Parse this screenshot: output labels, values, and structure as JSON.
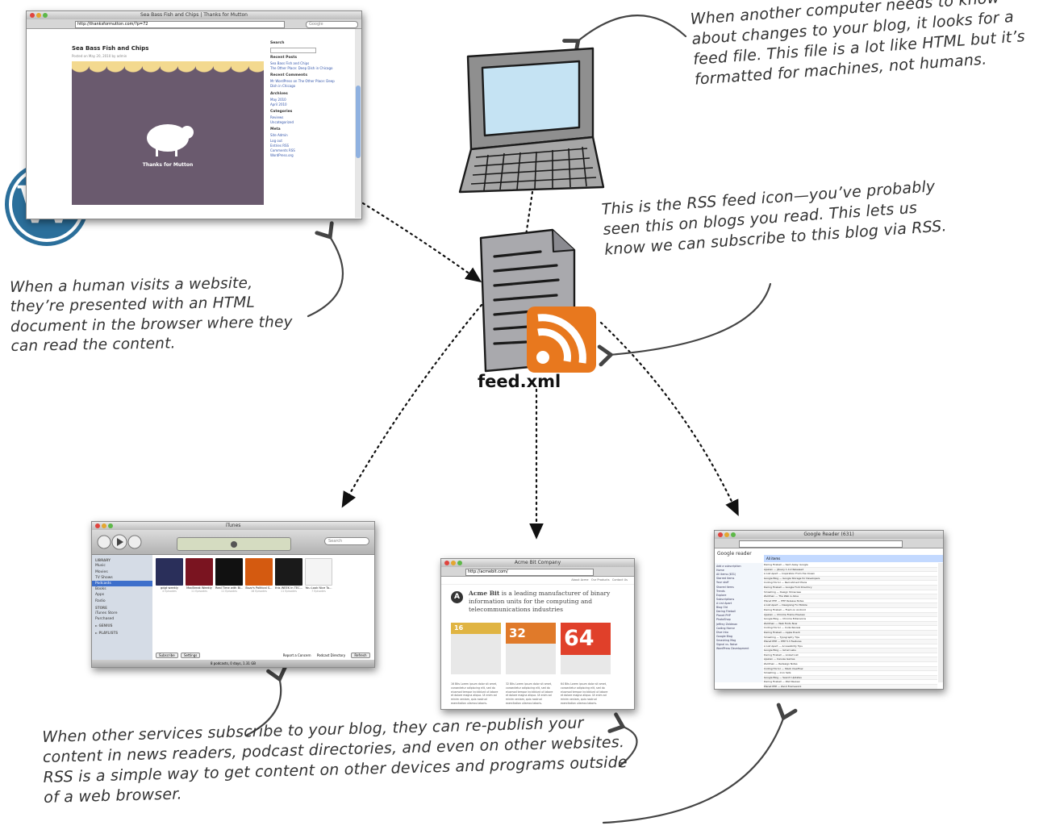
{
  "notes": {
    "top_right": "When another computer needs to know about changes to your blog, it looks for a feed file. This file is a lot like HTML but it’s formatted for machines, not humans.",
    "mid_right": "This is the RSS feed icon—you’ve probably seen this on blogs you read. This lets us know we can subscribe to this blog via RSS.",
    "mid_left": "When a human visits a website, they’re presented with an HTML document in the browser where they can read the content.",
    "bottom": "When other services subscribe to your blog, they can re-publish your content in news readers, podcast directories, and even on other websites. RSS is a simple way to get content on other devices and programs outside of a web browser."
  },
  "feed_file": {
    "label": "feed.xml"
  },
  "wordpress_shot": {
    "window_title": "Sea Bass Fish and Chips | Thanks for Mutton",
    "url": "http://thanksformutton.com/?p=72",
    "search_placeholder": "Google",
    "post_title": "Sea Bass Fish and Chips",
    "post_meta": "Posted on May 20, 2010 by admin",
    "image_caption": "Thanks for Mutton",
    "sidebar": [
      {
        "heading": "Search",
        "items": []
      },
      {
        "heading": "Recent Posts",
        "items": [
          "Sea Bass Fish and Chips",
          "The Other Place: Deep Dish in Chicago"
        ]
      },
      {
        "heading": "Recent Comments",
        "items": [
          "Mr WordPress on The Other Place: Deep Dish in Chicago"
        ]
      },
      {
        "heading": "Archives",
        "items": [
          "May 2010",
          "April 2010"
        ]
      },
      {
        "heading": "Categories",
        "items": [
          "Reviews",
          "Uncategorized"
        ]
      },
      {
        "heading": "Meta",
        "items": [
          "Site Admin",
          "Log out",
          "Entries RSS",
          "Comments RSS",
          "WordPress.org"
        ]
      }
    ]
  },
  "itunes_shot": {
    "window_title": "iTunes",
    "search_placeholder": "Search",
    "sidebar_sections": [
      {
        "heading": "LIBRARY",
        "items": [
          "Music",
          "Movies",
          "TV Shows",
          "Podcasts",
          "Books",
          "Apps",
          "Radio"
        ]
      },
      {
        "heading": "STORE",
        "items": [
          "iTunes Store",
          "Purchased"
        ]
      },
      {
        "heading": "► GENIUS",
        "items": []
      },
      {
        "heading": "► PLAYLISTS",
        "items": []
      }
    ],
    "selected_item": "Podcasts",
    "podcasts": [
      {
        "name": "gdgt weekly",
        "episodes": "4 Episodes",
        "color": "#2a2f5a"
      },
      {
        "name": "MacBreak Weekly",
        "episodes": "11 Episodes",
        "color": "#7a1420"
      },
      {
        "name": "Real Time with Bi...",
        "episodes": "11 Episodes",
        "color": "#111111"
      },
      {
        "name": "Buzz's Political S...",
        "episodes": "16 Episodes",
        "color": "#d45a10"
      },
      {
        "name": "this WEEK in TEC...",
        "episodes": "11 Episodes",
        "color": "#1a1a1a"
      },
      {
        "name": "You Look Nice To...",
        "episodes": "7 Episodes",
        "color": "#f4f4f4"
      }
    ],
    "buttons": {
      "subscribe": "Subscribe",
      "settings": "Settings",
      "report": "Report a Concern",
      "directory": "Podcast Directory",
      "refresh": "Refresh"
    },
    "status": "8 podcasts, 0 days, 1.31 GB"
  },
  "acme_shot": {
    "window_title": "Acme Bit Company",
    "url": "http://acmebit.com/",
    "nav": [
      "About Acme",
      "Our Products",
      "Contact Us"
    ],
    "logo_letter": "A",
    "headline_strong": "Acme Bit",
    "headline_rest": " is a leading manufacturer of binary information units for the computing and telecommunications industries",
    "columns": [
      {
        "value": "16",
        "color": "#e0b442",
        "text": "16 Bits Lorem ipsum dolor sit amet, consectetur adipiscing elit, sed do eiusmod tempor incididunt ut labore et dolore magna aliqua. Ut enim ad minim veniam, quis nostrud exercitation ullamco laboris."
      },
      {
        "value": "32",
        "color": "#e07a2a",
        "text": "32 Bits Lorem ipsum dolor sit amet, consectetur adipiscing elit, sed do eiusmod tempor incididunt ut labore et dolore magna aliqua. Ut enim ad minim veniam, quis nostrud exercitation ullamco laboris."
      },
      {
        "value": "64",
        "color": "#e0402a",
        "text": "64 Bits Lorem ipsum dolor sit amet, consectetur adipiscing elit, sed do eiusmod tempor incididunt ut labore et dolore magna aliqua. Ut enim ad minim veniam, quis nostrud exercitation ullamco laboris."
      }
    ]
  },
  "reader_shot": {
    "window_title": "Google Reader (631)",
    "logo": "Google reader",
    "section_title": "All items",
    "left_items": [
      "Add a subscription",
      "Home",
      "All items (631)",
      "Starred items",
      "Your stuff",
      "Shared items",
      "Trends",
      "Explore",
      "Subscriptions",
      "A List Apart",
      "Blog Old",
      "Daring Fireball",
      "Planet PHP",
      "PhotoShop",
      "Jeffrey Zeldman",
      "Coding Horror",
      "Dive Into",
      "Google Blog",
      "Smashing Mag",
      "Signal vs. Noise",
      "WordPress Development"
    ],
    "rows": [
      "Daring Fireball — Sent Away: Google",
      "Ajaxian — jQuery 1.4.2 Released",
      "A List Apart — Inspiration From the Ocean",
      "Google Blog — Google Storage for Developers",
      "Coding Horror — Recruitment Plans",
      "Daring Fireball — Google Font Directory",
      "Smashing — Design Showcase",
      "Zeldman — The Web is Alive",
      "Planet PHP — PHP Release Notes",
      "A List Apart — Designing For Mobile",
      "Daring Fireball — Flash on Android",
      "Ajaxian — Chrome Frame Preview",
      "Google Blog — Chrome Extensions",
      "Zeldman — Web Fonts Now",
      "Coding Horror — Code Review",
      "Daring Fireball — Apple Event",
      "Smashing — Typography Tips",
      "Planet PHP — PHP 5.3 Features",
      "A List Apart — Accessibility Tips",
      "Google Blog — Gmail Labs",
      "Daring Fireball — Linked List",
      "Ajaxian — Canvas Games",
      "Zeldman — Redesign Notes",
      "Coding Horror — Stack Overflow",
      "Smashing — Icon Sets",
      "Google Blog — Search Updates",
      "Daring Fireball — iPad Review",
      "Planet PHP — Zend Framework",
      "A List Apart — Content Strategy",
      "Ajaxian — HTML5 Video",
      "Zeldman — CSS3 Now"
    ]
  },
  "colors": {
    "rss_orange": "#e8781e",
    "ink": "#333333"
  }
}
